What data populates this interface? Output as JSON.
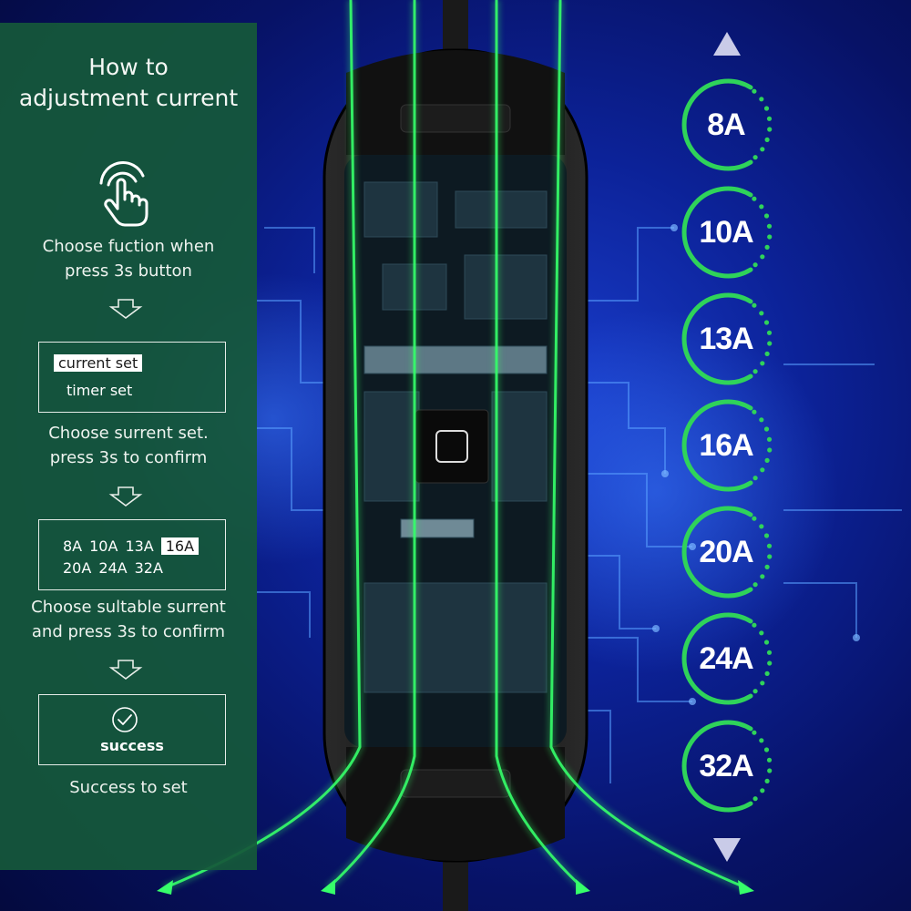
{
  "panel": {
    "title_line1": "How to",
    "title_line2": "adjustment current",
    "step1": {
      "line1": "Choose fuction when",
      "line2": "press 3s button"
    },
    "menu": {
      "current_set": "current set",
      "timer_set": "timer set"
    },
    "step2": {
      "line1": "Choose surrent set.",
      "line2": "press 3s to confirm"
    },
    "options": {
      "row1": [
        "8A",
        "10A",
        "13A"
      ],
      "selected": "16A",
      "row2": [
        "20A",
        "24A",
        "32A"
      ]
    },
    "step3": {
      "line1": "Choose sultable surrent",
      "line2": "and press 3s to confirm"
    },
    "success_label": "success",
    "step4": "Success to set"
  },
  "currents": [
    "8A",
    "10A",
    "13A",
    "16A",
    "20A",
    "24A",
    "32A"
  ],
  "colors": {
    "panel_green": "#16583a",
    "ring_green": "#2fd35a",
    "background_blue": "#0c2298",
    "device_black": "#111111"
  },
  "icons": {
    "hand": "touch-hand-icon",
    "step_arrow": "down-arrow-icon",
    "check": "check-circle-icon",
    "scale_up": "triangle-up-icon",
    "scale_down": "triangle-down-icon"
  }
}
